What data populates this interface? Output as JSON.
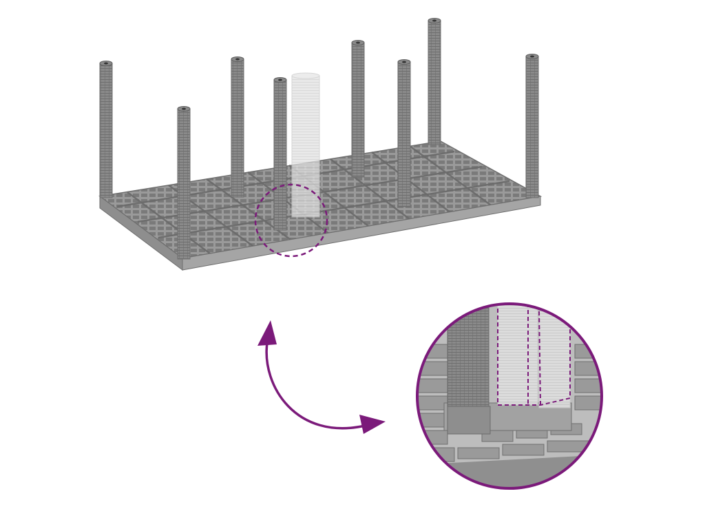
{
  "colors": {
    "background": "#ffffff",
    "frame_gray": "#8c8c8c",
    "frame_dark": "#6e6e6e",
    "frame_light": "#b2b2b2",
    "post_ghost": "#dcdcdc",
    "accent_purple": "#7b1a7a"
  },
  "illustration": {
    "base": "pallet-grid-base",
    "post_count": 9,
    "ghost_post_count": 1,
    "detail_callout": "dashed-circle-highlight",
    "rotate_arrow": "curved-double-arrow",
    "zoom_view": "circular-magnified-detail"
  }
}
